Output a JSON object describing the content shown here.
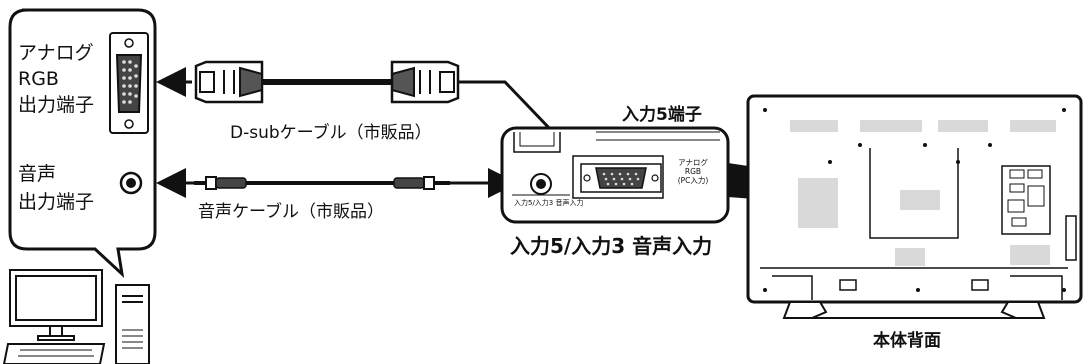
{
  "pc_callout": {
    "analog_rgb_label": [
      "アナログ",
      "RGB",
      "出力端子"
    ],
    "audio_out_label": [
      "音声",
      "出力端子"
    ]
  },
  "cables": {
    "dsub_label": "D-subケーブル（市販品）",
    "audio_label": "音声ケーブル（市販品）"
  },
  "tv_panel": {
    "input5_terminal_label": "入力5端子",
    "port_label_lines": [
      "アナログ",
      "RGB",
      "(PC入力)"
    ],
    "small_audio_label": "入力5/入力3 音声入力",
    "audio_input_label": "入力5/入力3 音声入力"
  },
  "tv": {
    "caption": "本体背面"
  },
  "colors": {
    "line": "#111111",
    "panel_gray": "#d9d9d9",
    "vent_gray": "#cfcfcf"
  }
}
